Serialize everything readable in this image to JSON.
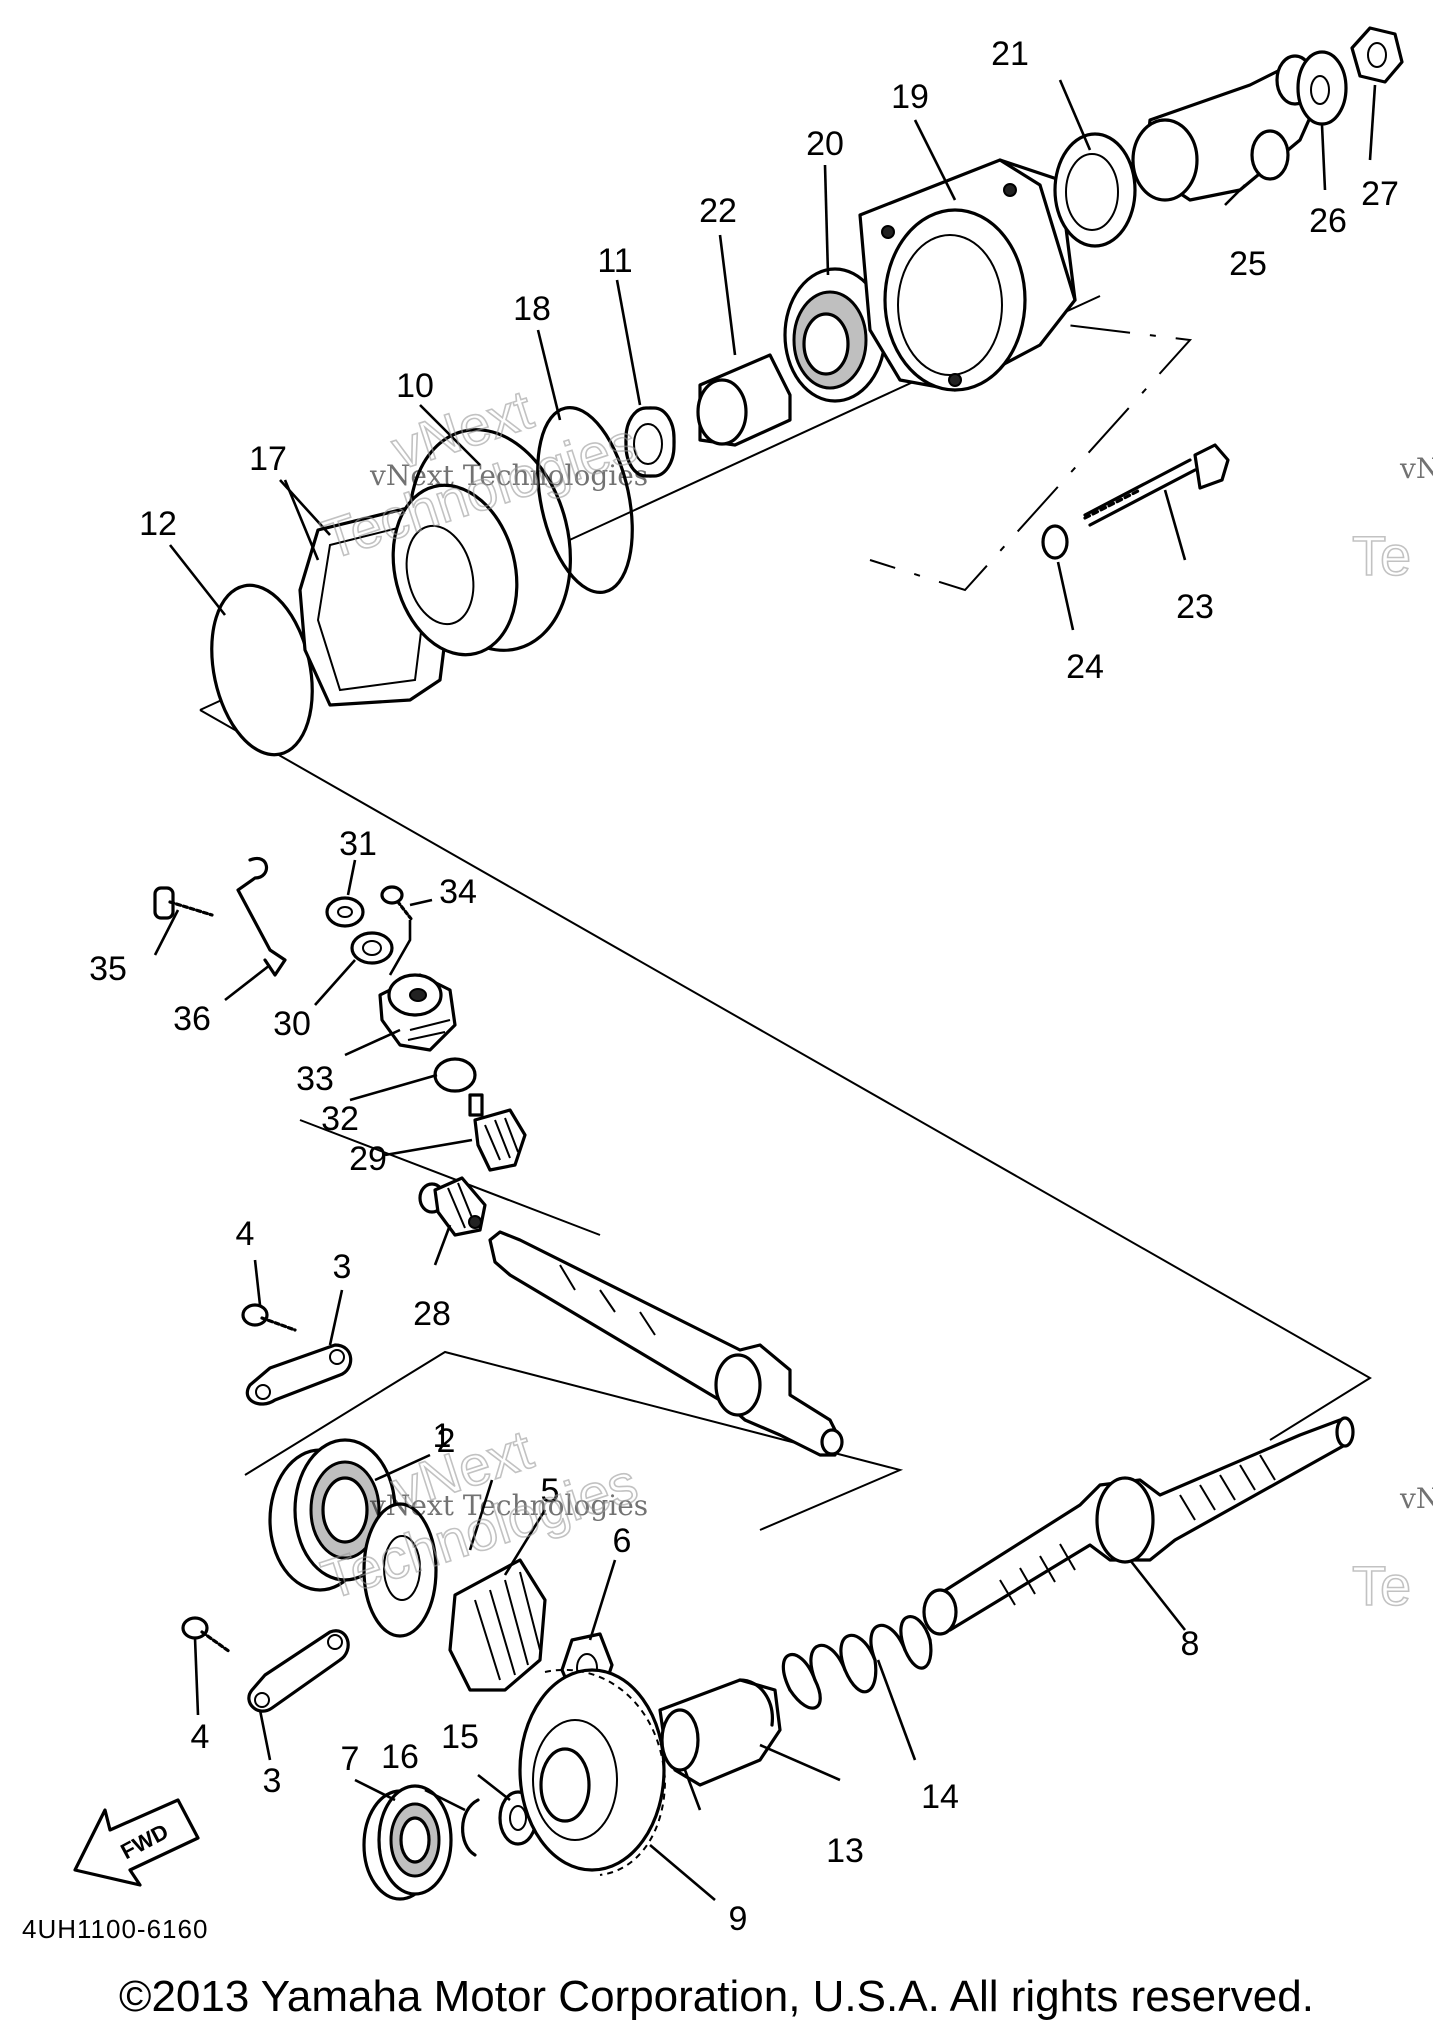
{
  "diagram": {
    "part_labels": [
      "1",
      "2",
      "3",
      "3",
      "4",
      "4",
      "5",
      "6",
      "7",
      "8",
      "9",
      "10",
      "11",
      "12",
      "13",
      "14",
      "15",
      "16",
      "17",
      "18",
      "19",
      "20",
      "21",
      "22",
      "23",
      "24",
      "25",
      "26",
      "27",
      "28",
      "29",
      "30",
      "31",
      "32",
      "33",
      "34",
      "35",
      "36"
    ],
    "fwd_label": "FWD",
    "figure_code": "4UH1100-6160"
  },
  "watermark": {
    "line1": "vNext Technologies",
    "big1": "vNext",
    "big2": "Technologies",
    "edge1": "vN",
    "edge2": "Te"
  },
  "footer": {
    "copyright": "©2013 Yamaha Motor Corporation, U.S.A. All rights reserved."
  }
}
